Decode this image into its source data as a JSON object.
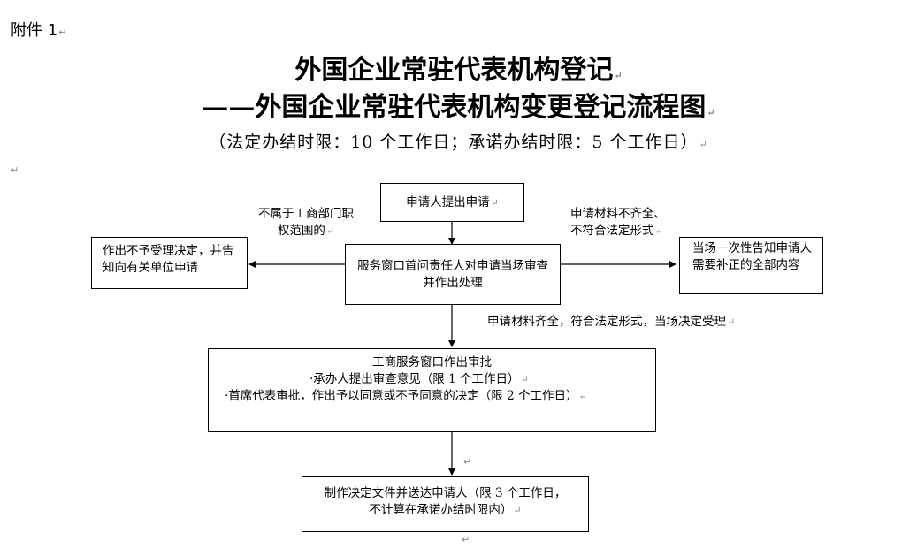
{
  "attachment": "附件 1",
  "title_line1": "外国企业常驻代表机构登记",
  "title_line2": "——外国企业常驻代表机构变更登记流程图",
  "title_line3": "（法定办结时限：10 个工作日；承诺办结时限：5 个工作日）",
  "paragraph_mark": "↵",
  "flow": {
    "apply": "申请人提出申请",
    "service_window": "服务窗口首问责任人对申请当场审查并作出处理",
    "reject_box": "作出不予受理决定，并告知向有关单位申请",
    "reject_label": "不属于工商部门职权范围的",
    "incomplete_label_line1": "申请材料不齐全、",
    "incomplete_label_line2": "不符合法定形式",
    "notify_box": "当场一次性告知申请人需要补正的全部内容",
    "accept_label": "申请材料齐全，符合法定形式，当场决定受理",
    "approval_title": "工商服务窗口作出审批",
    "approval_item1": "·承办人提出审查意见（限 1 个工作日）",
    "approval_item2": "·首席代表审批，作出予以同意或不予同意的决定（限 2 个工作日）",
    "final_line1": "制作决定文件并送达申请人（限 3 个工作日，",
    "final_line2": "不计算在承诺办结时限内）"
  }
}
